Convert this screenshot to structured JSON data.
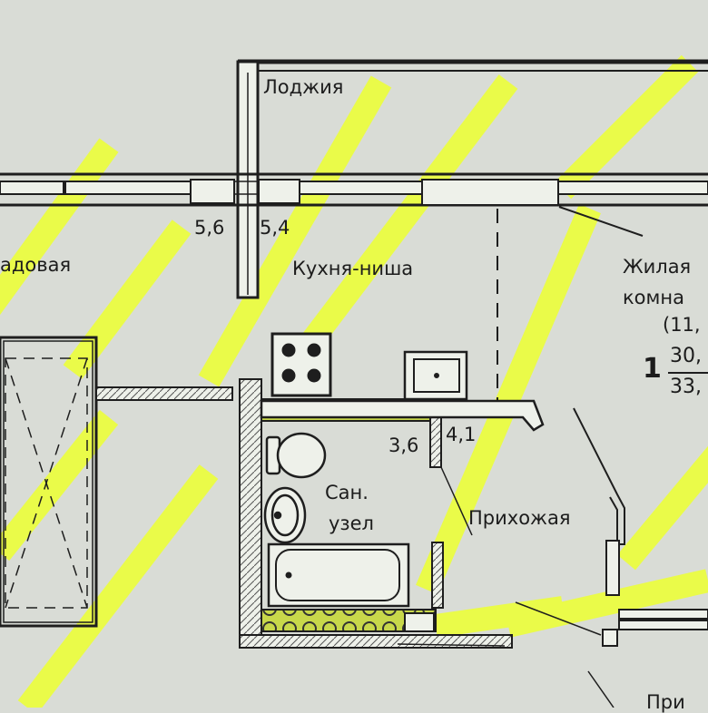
{
  "plan": {
    "colors": {
      "background": "#d9dcd6",
      "highlight": "#ecff3a",
      "walls": "#1e1e1e"
    },
    "rooms": {
      "loggia": "Лоджия",
      "storage": "адовая",
      "kitchen_niche": "Кухня-ниша",
      "living_room_line1": "Жилая",
      "living_room_line2": "комна",
      "living_room_area": "(11,",
      "bathroom_line1": "Сан.",
      "bathroom_line2": "узел",
      "hallway": "Прихожая",
      "bottom_partial": "При"
    },
    "dimensions": {
      "d1": "5,6",
      "d2": "5,4",
      "d3": "3,6",
      "d4": "4,1"
    },
    "apartment": {
      "rooms_count": "1",
      "area_top": "30,",
      "area_bottom": "33,"
    },
    "icons": [
      "stove-icon",
      "sink-icon",
      "toilet-icon",
      "washbasin-icon",
      "bathtub-icon",
      "door-swing-icon"
    ]
  }
}
